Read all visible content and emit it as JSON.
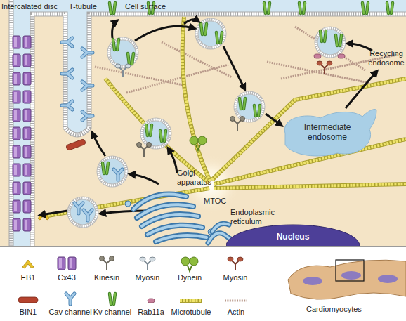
{
  "diagram": {
    "nodes": [
      {
        "text": [
          "Intermediate endosome"
        ]
      },
      {
        "text": [
          "Golgi apparatus"
        ]
      },
      {
        "text": [
          "Endoplasmic reticulum"
        ]
      },
      {
        "text": [
          "Nucleus"
        ]
      }
    ],
    "labels": [
      "Intercalated disc",
      "T-tubule",
      "Cell surface",
      "Recycling endosome",
      "MTOC",
      "Cardiomyocytes"
    ],
    "legend": [
      {
        "text": "EB1"
      },
      {
        "text": "Cx43"
      },
      {
        "text": "Kinesin"
      },
      {
        "text": "Myosin"
      },
      {
        "text": "Dynein"
      },
      {
        "text": "Myosin"
      },
      {
        "text": "BIN1"
      },
      {
        "text": "Cav channel"
      },
      {
        "text": "Kv channel"
      },
      {
        "text": "Rab11a"
      },
      {
        "text": "Microtubule"
      },
      {
        "text": "Actin"
      }
    ]
  }
}
